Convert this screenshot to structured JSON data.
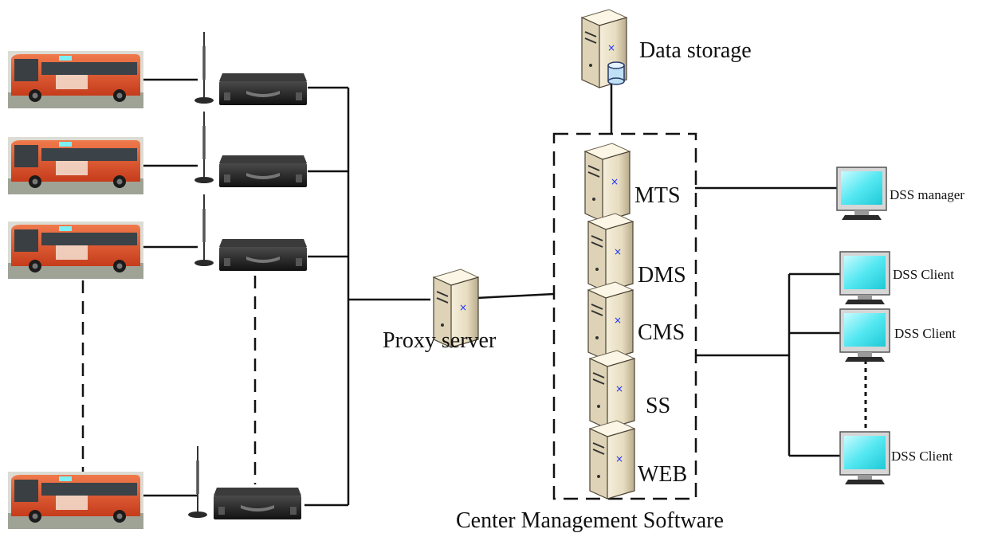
{
  "nodes": {
    "data_storage": "Data storage",
    "proxy_server": "Proxy server",
    "mts": "MTS",
    "dms": "DMS",
    "cms": "CMS",
    "ss": "SS",
    "web": "WEB",
    "dss_manager": "DSS manager",
    "dss_client_1": "DSS Client",
    "dss_client_2": "DSS Client",
    "dss_client_3": "DSS Client"
  },
  "groups": {
    "center_management": "Center Management Software"
  },
  "colors": {
    "bus_body": "#e2542c",
    "monitor_screen": "#4fe6ee",
    "server_body": "#efe6cf",
    "dvr_body": "#1f1f1f"
  },
  "icons": {
    "bus": "bus-icon",
    "antenna": "antenna-icon",
    "dvr": "mobile-dvr-icon",
    "server": "server-icon",
    "database": "database-icon",
    "monitor": "monitor-icon"
  }
}
